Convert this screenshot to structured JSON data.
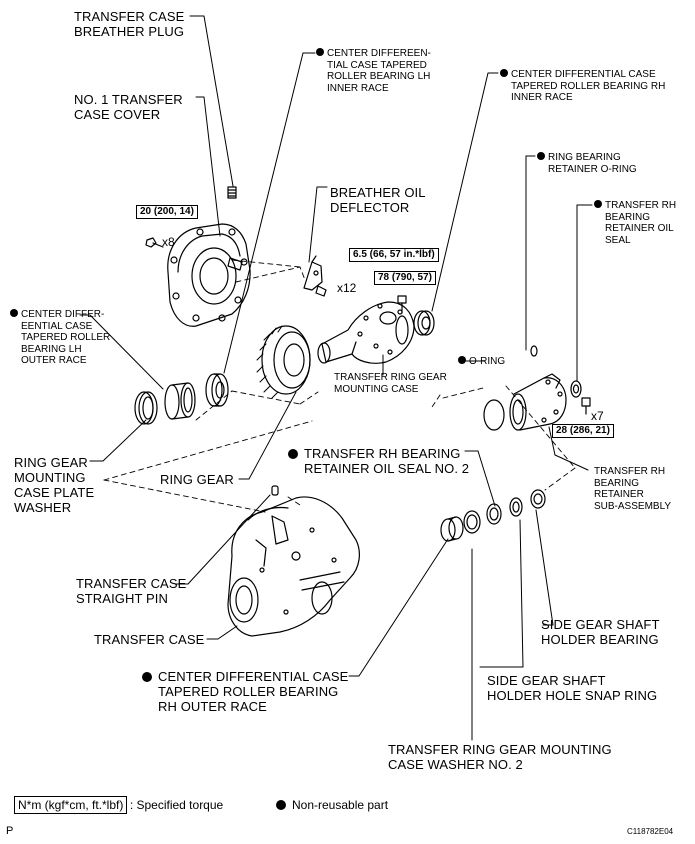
{
  "labels": {
    "breather_plug": [
      "TRANSFER CASE",
      "BREATHER PLUG"
    ],
    "no1_cover": [
      "NO. 1 TRANSFER",
      "CASE COVER"
    ],
    "lh_inner_race": [
      "CENTER DIFFEREEN-",
      "TIAL CASE TAPERED",
      "ROLLER BEARING LH",
      "INNER RACE"
    ],
    "rh_inner_race": [
      "CENTER DIFFERENTIAL CASE",
      "TAPERED ROLLER BEARING RH",
      "INNER RACE"
    ],
    "ring_bearing_oring": [
      "RING BEARING",
      "RETAINER O-RING"
    ],
    "rh_oil_seal": [
      "TRANSFER RH",
      "BEARING",
      "RETAINER OIL",
      "SEAL"
    ],
    "breather_deflector": [
      "BREATHER OIL",
      "DEFLECTOR"
    ],
    "lh_outer_race": [
      "CENTER DIFFER-",
      "EENTIAL CASE",
      "TAPERED ROLLER",
      "BEARING LH",
      "OUTER RACE"
    ],
    "o_ring": "O-RING",
    "ring_gear_mounting_case": [
      "TRANSFER RING GEAR",
      "MOUNTING CASE"
    ],
    "oil_seal_no2": [
      "TRANSFER RH BEARING",
      "RETAINER OIL SEAL NO. 2"
    ],
    "rh_retainer": [
      "TRANSFER RH",
      "BEARING",
      "RETAINER",
      "SUB-ASSEMBLY"
    ],
    "plate_washer": [
      "RING GEAR",
      "MOUNTING",
      "CASE PLATE",
      "WASHER"
    ],
    "ring_gear": "RING GEAR",
    "straight_pin": [
      "TRANSFER CASE",
      "STRAIGHT PIN"
    ],
    "transfer_case": "TRANSFER CASE",
    "holder_bearing": [
      "SIDE GEAR SHAFT",
      "HOLDER BEARING"
    ],
    "snap_ring": [
      "SIDE GEAR SHAFT",
      "HOLDER HOLE SNAP RING"
    ],
    "rh_outer_race": [
      "CENTER DIFFERENTIAL CASE",
      "TAPERED ROLLER BEARING",
      "RH OUTER RACE"
    ],
    "washer_no2": [
      "TRANSFER RING GEAR MOUNTING",
      "CASE WASHER NO. 2"
    ]
  },
  "torques": {
    "cover_bolt": "20 (200, 14)",
    "deflector_bolt": "6.5 (66, 57 in.*lbf)",
    "mounting_case_bolt": "78 (790, 57)",
    "retainer_bolt": "28 (286, 21)"
  },
  "multipliers": {
    "cover": "x8",
    "deflector": "x12",
    "retainer": "x7"
  },
  "legend": {
    "torque_unit": "N*m (kgf*cm, ft.*lbf)",
    "torque_desc": ": Specified torque",
    "nonreusable_desc": "Non-reusable part"
  },
  "footer": {
    "left": "P",
    "right": "C118782E04"
  }
}
